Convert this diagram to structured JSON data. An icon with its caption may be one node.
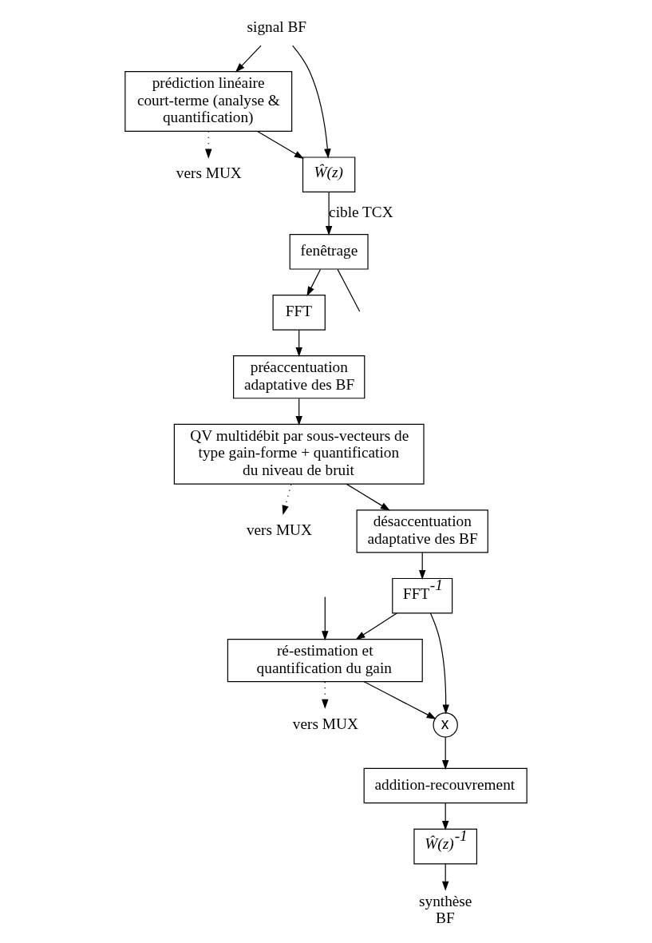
{
  "diagram": {
    "nodes": [
      {
        "text": [
          "prédiction linéaire court-terme (analyse & quantification)"
        ]
      },
      {
        "text": [
          "vers MUX"
        ]
      },
      {
        "text": [
          "signal BF"
        ]
      },
      {
        "text": [
          "Ŵ(z)"
        ]
      },
      {
        "text": [
          "fenêtrage"
        ]
      },
      {
        "text": [
          "FFT"
        ]
      },
      {
        "text": [
          "préaccentuation adaptative des BF"
        ]
      },
      {
        "text": [
          "QV multidébit par sous-vecteurs de type gain-forme + quantification du niveau de bruit"
        ]
      },
      {
        "text": [
          "vers MUX"
        ]
      },
      {
        "text": [
          "désaccentuation adaptative des BF"
        ]
      },
      {
        "text": [
          "FFT$^{-1}$"
        ]
      },
      {
        "text": [
          "x"
        ]
      },
      {
        "text": [
          "ré-estimation et quantification du gain"
        ]
      },
      {
        "text": [
          "vers MUX"
        ]
      },
      {
        "text": [
          "addition-recouvrement"
        ]
      },
      {
        "text": [
          "Ŵ(z)$^{-1}$"
        ]
      },
      {
        "text": [
          "synthèse BF"
        ]
      }
    ],
    "edges": [
      {
        "from": 2,
        "to": 3,
        "arrow": "to"
      },
      {
        "from": 2,
        "to": 0,
        "arrow": "to"
      },
      {
        "from": 0,
        "to": 3,
        "arrow": "to"
      },
      {
        "from": 0,
        "to": 1,
        "arrow": "to",
        "style": "dashed"
      },
      {
        "from": 3,
        "to": 4,
        "arrow": "to",
        "label": "cible TCX"
      },
      {
        "from": 4,
        "to": 5,
        "arrow": "to"
      },
      {
        "from": 4,
        "to": null,
        "arrow": "none"
      },
      {
        "from": 5,
        "to": 6,
        "arrow": "to"
      },
      {
        "from": 6,
        "to": 7,
        "arrow": "to"
      },
      {
        "from": 7,
        "to": 8,
        "arrow": "to",
        "style": "dashed"
      },
      {
        "from": 7,
        "to": 9,
        "arrow": "to"
      },
      {
        "from": 9,
        "to": 10,
        "arrow": "to"
      },
      {
        "from": 10,
        "to": 11,
        "arrow": "to"
      },
      {
        "from": 10,
        "to": 12,
        "arrow": "to"
      },
      {
        "from": 12,
        "to": 11,
        "arrow": "to"
      },
      {
        "from": null,
        "to": 12,
        "arrow": "to"
      },
      {
        "from": 12,
        "to": 13,
        "arrow": "to",
        "style": "dashed"
      },
      {
        "from": 11,
        "to": 14,
        "arrow": "to"
      },
      {
        "from": 14,
        "to": 15,
        "arrow": "to"
      },
      {
        "from": 15,
        "to": 16,
        "arrow": "to"
      }
    ]
  }
}
